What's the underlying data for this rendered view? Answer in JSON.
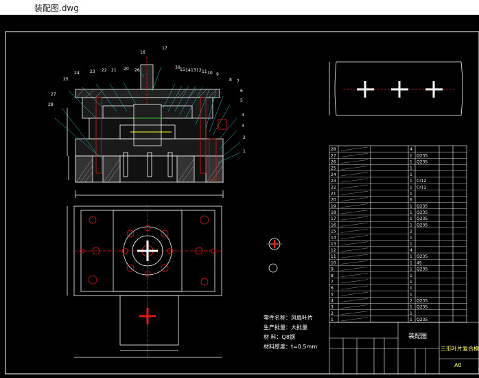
{
  "window": {
    "title": "装配图.dwg"
  },
  "colors": {
    "background": "#000000",
    "line": "#ffffff",
    "accent_red": "#e01818",
    "accent_yellow": "#ffff33",
    "accent_green": "#33cc33",
    "accent_cyan": "#33cccc"
  },
  "drawing": {
    "notes": {
      "part_name": "零件名称：风扇叶片",
      "batch": "生产批量：大批量",
      "material": "材  料：Q8钢",
      "thickness": "材料厚度：t=0.5mm"
    },
    "balloons": [
      "16",
      "17",
      "30",
      "15",
      "14",
      "13",
      "12",
      "11",
      "10",
      "9",
      "8",
      "7",
      "6",
      "5",
      "4",
      "3",
      "2",
      "1",
      "24",
      "23",
      "22",
      "21",
      "20",
      "25",
      "26",
      "27",
      "28"
    ],
    "bom_rows": [
      {
        "no": "28",
        "qty": "4",
        "mat": ""
      },
      {
        "no": "27",
        "qty": "1",
        "mat": "Q235"
      },
      {
        "no": "26",
        "qty": "1",
        "mat": "Q235"
      },
      {
        "no": "25",
        "qty": "1",
        "mat": ""
      },
      {
        "no": "24",
        "qty": "1",
        "mat": ""
      },
      {
        "no": "23",
        "qty": "1",
        "mat": "Cr12"
      },
      {
        "no": "22",
        "qty": "1",
        "mat": "Cr12"
      },
      {
        "no": "21",
        "qty": "1",
        "mat": ""
      },
      {
        "no": "20",
        "qty": "6",
        "mat": ""
      },
      {
        "no": "19",
        "qty": "1",
        "mat": "Q235"
      },
      {
        "no": "18",
        "qty": "1",
        "mat": "Q235"
      },
      {
        "no": "17",
        "qty": "1",
        "mat": "Q235"
      },
      {
        "no": "16",
        "qty": "1",
        "mat": "Q235"
      },
      {
        "no": "15",
        "qty": "2",
        "mat": ""
      },
      {
        "no": "14",
        "qty": "1",
        "mat": ""
      },
      {
        "no": "13",
        "qty": "1",
        "mat": ""
      },
      {
        "no": "12",
        "qty": "4",
        "mat": ""
      },
      {
        "no": "11",
        "qty": "1",
        "mat": "Q235"
      },
      {
        "no": "10",
        "qty": "1",
        "mat": "45"
      },
      {
        "no": "9",
        "qty": "1",
        "mat": "Q235"
      },
      {
        "no": "8",
        "qty": "1",
        "mat": ""
      },
      {
        "no": "7",
        "qty": "1",
        "mat": ""
      },
      {
        "no": "6",
        "qty": "1",
        "mat": ""
      },
      {
        "no": "5",
        "qty": "1",
        "mat": ""
      },
      {
        "no": "4",
        "qty": "2",
        "mat": "Q235"
      },
      {
        "no": "3",
        "qty": "1",
        "mat": "Q235"
      },
      {
        "no": "2",
        "qty": "1",
        "mat": ""
      },
      {
        "no": "1",
        "qty": "1",
        "mat": "Q235"
      }
    ],
    "title_block": {
      "drawing_type": "装配图",
      "product_name": "三形叶片复合模",
      "sheet_size": "A0"
    }
  }
}
